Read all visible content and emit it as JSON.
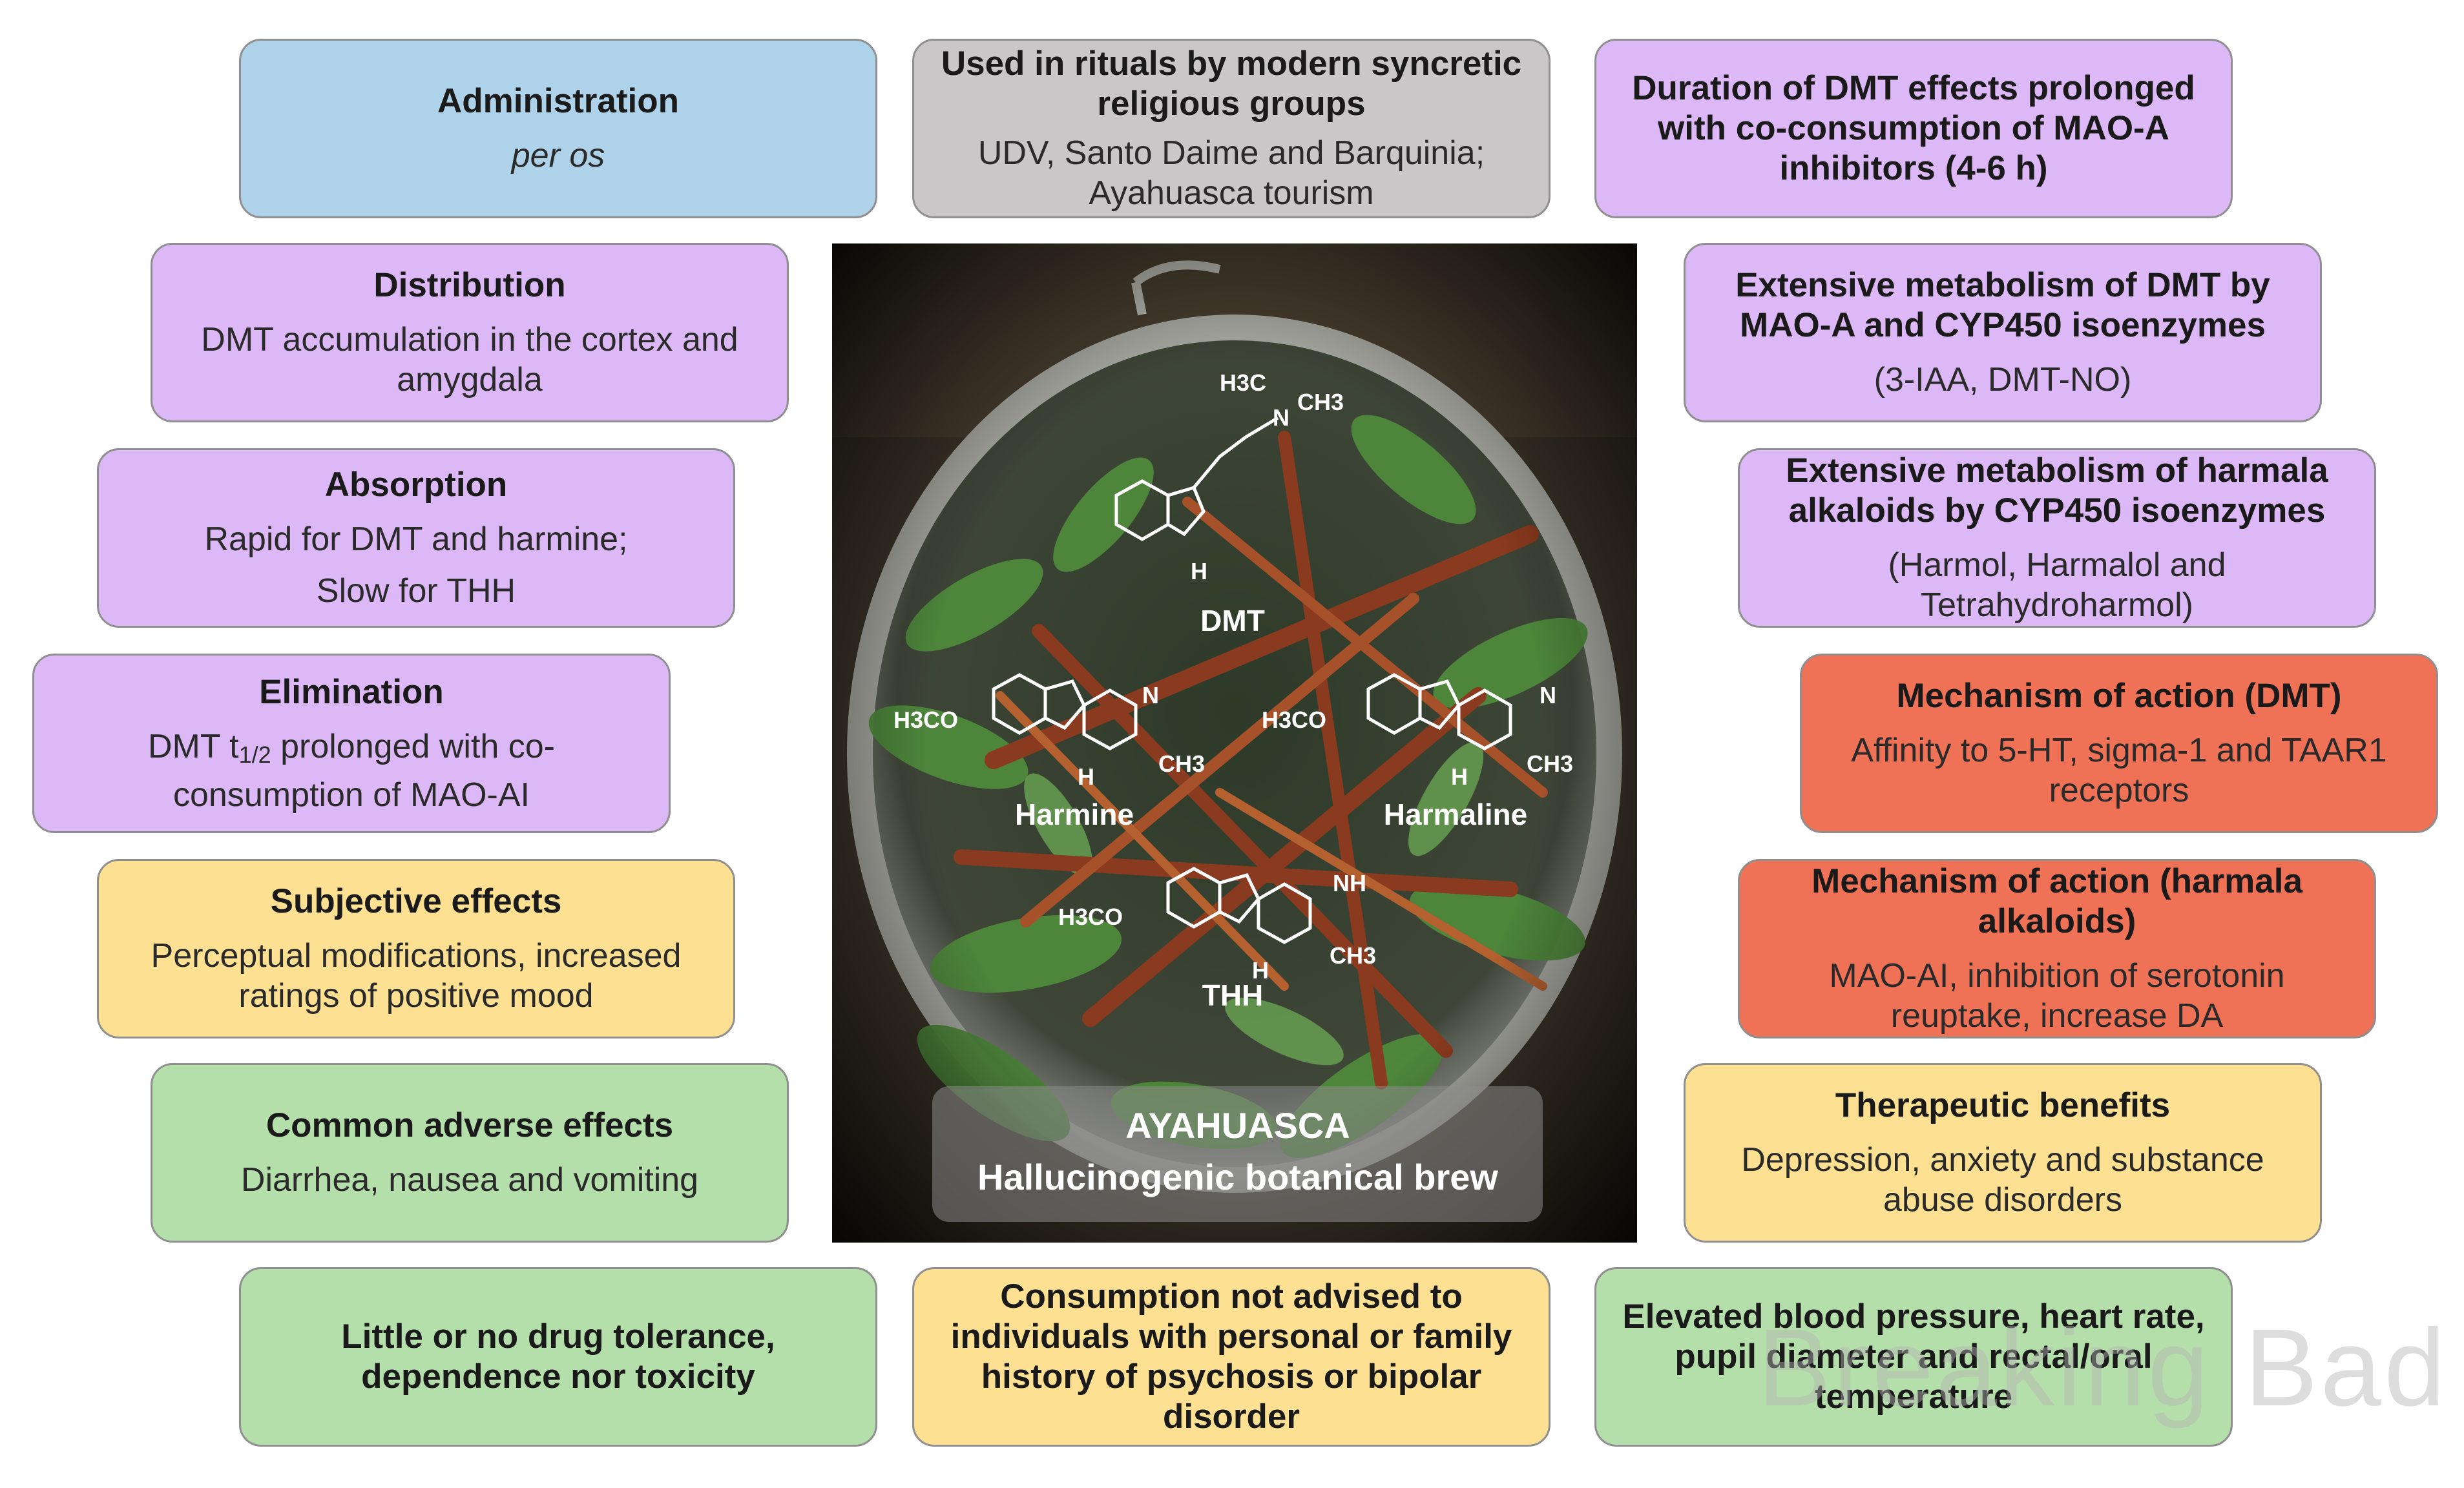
{
  "boxes": {
    "administration": {
      "title": "Administration",
      "body": "per os"
    },
    "rituals": {
      "title": "Used in rituals by modern syncretic religious groups",
      "body": "UDV, Santo Daime and Barquinia; Ayahuasca tourism"
    },
    "duration": {
      "title": "Duration of DMT effects prolonged with co-consumption of MAO-A inhibitors (4-6 h)"
    },
    "distribution": {
      "title": "Distribution",
      "body": "DMT accumulation in the cortex and amygdala"
    },
    "metabolism_dmt": {
      "title": "Extensive metabolism of DMT by MAO-A and CYP450 isoenzymes",
      "body": "(3-IAA, DMT-NO)"
    },
    "absorption": {
      "title": "Absorption",
      "body1": "Rapid for DMT and harmine;",
      "body2": "Slow for THH"
    },
    "metabolism_harmala": {
      "title": "Extensive metabolism of harmala alkaloids by CYP450 isoenzymes",
      "body": "(Harmol, Harmalol and Tetrahydroharmol)"
    },
    "elimination": {
      "title": "Elimination",
      "body_pre": "DMT t",
      "body_sub": "1/2",
      "body_post": " prolonged with co-consumption of MAO-AI"
    },
    "mechanism_dmt": {
      "title": "Mechanism of action (DMT)",
      "body": "Affinity to 5-HT, sigma-1 and TAAR1 receptors"
    },
    "subjective": {
      "title": "Subjective effects",
      "body": "Perceptual modifications, increased ratings of positive mood"
    },
    "mechanism_harmala": {
      "title": "Mechanism of action (harmala alkaloids)",
      "body": "MAO-AI, inhibition of serotonin reuptake, increase DA"
    },
    "adverse": {
      "title": "Common adverse effects",
      "body": "Diarrhea, nausea and vomiting"
    },
    "therapeutic": {
      "title": "Therapeutic benefits",
      "body": "Depression, anxiety and substance abuse disorders"
    },
    "tolerance": {
      "title": "Little or no drug tolerance, dependence nor toxicity"
    },
    "consumption": {
      "title": "Consumption not advised to individuals with personal or family history of psychosis or bipolar disorder"
    },
    "elevated": {
      "title": "Elevated blood pressure, heart rate, pupil diameter and rectal/oral temperature"
    }
  },
  "photo": {
    "molecules": {
      "dmt": "DMT",
      "harmine": "Harmine",
      "harmaline": "Harmaline",
      "thh": "THH"
    },
    "atoms": {
      "h3c": "H3C",
      "n": "N",
      "ch3": "CH3",
      "h": "H",
      "nh": "NH",
      "h3co": "H3CO"
    },
    "caption_title": "AYAHUASCA",
    "caption_subtitle": "Hallucinogenic botanical brew"
  },
  "watermark": "Breaking Bad",
  "colors": {
    "blue": "#aed2ea",
    "gray": "#c9c7c7",
    "purple": "#dcb8f7",
    "red": "#ef7257",
    "yellow": "#fde092",
    "green": "#b4deaa"
  }
}
